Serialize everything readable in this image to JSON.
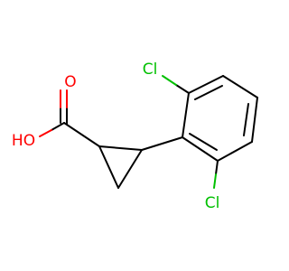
{
  "diagram": {
    "type": "chemical-structure",
    "colors": {
      "bond": "#000000",
      "oxygen": "#ff0000",
      "chlorine": "#00c000",
      "background": "#ffffff"
    },
    "atom_labels": {
      "carbonyl_oxygen": "O",
      "hydroxyl": "HO",
      "chlorine_top": "Cl",
      "chlorine_bottom": "Cl"
    }
  }
}
